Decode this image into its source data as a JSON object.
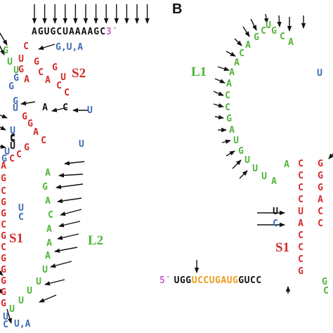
{
  "colors": {
    "black": "#111111",
    "red": "#d42a2a",
    "green": "#52b43a",
    "blue": "#3f6cb3",
    "orange": "#eb9b1b",
    "magenta": "#c763c9"
  },
  "panel_b_label": "B",
  "labels": {
    "S2": "S2",
    "S1_left": "S1",
    "L2": "L2",
    "L1": "L1",
    "S1_right": "S1"
  },
  "sequences": {
    "top_strand": {
      "text": "AGUGCUAAAAGC",
      "prime": "3′"
    },
    "five_prime_strand": {
      "prime": "5′",
      "prefix": "UGG",
      "middle": "UCCUGAUG",
      "suffix": "GUCC"
    }
  },
  "nucleotides": {
    "A_left": [
      {
        "t": "G",
        "c": "green"
      },
      {
        "t": "U",
        "c": "green"
      },
      {
        "t": "G",
        "c": "blue"
      },
      {
        "t": "U",
        "c": "green"
      },
      {
        "t": "G",
        "c": "blue"
      },
      {
        "t": "C",
        "c": "red"
      },
      {
        "t": "U",
        "c": "red"
      },
      {
        "t": "G",
        "c": "red"
      },
      {
        "t": "A",
        "c": "red"
      },
      {
        "t": "G",
        "c": "red"
      },
      {
        "t": "C",
        "c": "red"
      },
      {
        "t": "A",
        "c": "red"
      },
      {
        "t": "G",
        "c": "red"
      },
      {
        "t": "C",
        "c": "red"
      },
      {
        "t": "U",
        "c": "red"
      },
      {
        "t": "C",
        "c": "red"
      },
      {
        "t": "G",
        "c": "blue"
      },
      {
        "t": "U",
        "c": "blue"
      },
      {
        "t": "A",
        "c": "black"
      },
      {
        "t": "C",
        "c": "black"
      },
      {
        "t": "G",
        "c": "red"
      },
      {
        "t": "G",
        "c": "red"
      },
      {
        "t": "A",
        "c": "red"
      },
      {
        "t": "C",
        "c": "red"
      },
      {
        "t": "C",
        "c": "black"
      },
      {
        "t": "U",
        "c": "blue"
      },
      {
        "t": "G",
        "c": "red"
      },
      {
        "t": "C",
        "c": "red"
      },
      {
        "t": "C",
        "c": "red"
      },
      {
        "t": "G",
        "c": "blue"
      },
      {
        "t": "C",
        "c": "black"
      },
      {
        "t": "U",
        "c": "black"
      },
      {
        "t": "U",
        "c": "blue"
      },
      {
        "t": "A",
        "c": "red"
      },
      {
        "t": "A",
        "c": "green"
      },
      {
        "t": "G",
        "c": "green"
      },
      {
        "t": "A",
        "c": "green"
      },
      {
        "t": "C",
        "c": "green"
      },
      {
        "t": "A",
        "c": "green"
      },
      {
        "t": "A",
        "c": "green"
      },
      {
        "t": "A",
        "c": "green"
      },
      {
        "t": "U",
        "c": "green"
      },
      {
        "t": "U",
        "c": "green"
      },
      {
        "t": "U",
        "c": "green"
      },
      {
        "t": "U",
        "c": "green"
      },
      {
        "t": "U",
        "c": "green"
      },
      {
        "t": "U",
        "c": "blue"
      },
      {
        "t": "C",
        "c": "blue"
      },
      {
        "t": "G",
        "c": "red"
      },
      {
        "t": "C",
        "c": "red"
      },
      {
        "t": "G",
        "c": "red"
      },
      {
        "t": "G",
        "c": "red"
      },
      {
        "t": "C",
        "c": "red"
      },
      {
        "t": "G",
        "c": "red"
      },
      {
        "t": "C",
        "c": "red"
      },
      {
        "t": "G",
        "c": "red"
      },
      {
        "t": "G",
        "c": "red"
      },
      {
        "t": "G",
        "c": "red"
      },
      {
        "t": "G",
        "c": "red"
      },
      {
        "t": "G",
        "c": "red"
      },
      {
        "t": "G",
        "c": "red"
      }
    ],
    "B_loop": [
      {
        "t": "G",
        "c": "green"
      },
      {
        "t": "C",
        "c": "green"
      },
      {
        "t": "A",
        "c": "green"
      },
      {
        "t": "U",
        "c": "green"
      },
      {
        "t": "C",
        "c": "green"
      },
      {
        "t": "G",
        "c": "green"
      },
      {
        "t": "A",
        "c": "green"
      },
      {
        "t": "C",
        "c": "green"
      },
      {
        "t": "A",
        "c": "green"
      },
      {
        "t": "A",
        "c": "green"
      },
      {
        "t": "A",
        "c": "green"
      },
      {
        "t": "C",
        "c": "green"
      },
      {
        "t": "C",
        "c": "green"
      },
      {
        "t": "G",
        "c": "green"
      },
      {
        "t": "A",
        "c": "green"
      },
      {
        "t": "U",
        "c": "green"
      },
      {
        "t": "G",
        "c": "green"
      },
      {
        "t": "U",
        "c": "green"
      },
      {
        "t": "U",
        "c": "green"
      },
      {
        "t": "U",
        "c": "green"
      },
      {
        "t": "A",
        "c": "green"
      },
      {
        "t": "A",
        "c": "green"
      },
      {
        "t": "U",
        "c": "blue"
      }
    ],
    "B_stem": [
      {
        "t": "C",
        "c": "red"
      },
      {
        "t": "G",
        "c": "red"
      },
      {
        "t": "C",
        "c": "red"
      },
      {
        "t": "G",
        "c": "red"
      },
      {
        "t": "C",
        "c": "red"
      },
      {
        "t": "G",
        "c": "red"
      },
      {
        "t": "C",
        "c": "red"
      },
      {
        "t": "A",
        "c": "red"
      },
      {
        "t": "U",
        "c": "red"
      },
      {
        "t": "C",
        "c": "red"
      },
      {
        "t": "A",
        "c": "red"
      },
      {
        "t": "C",
        "c": "red"
      },
      {
        "t": "C",
        "c": "red"
      },
      {
        "t": "C",
        "c": "red"
      },
      {
        "t": "C",
        "c": "red"
      },
      {
        "t": "G",
        "c": "red"
      },
      {
        "t": "U",
        "c": "black"
      },
      {
        "t": "C",
        "c": "blue"
      },
      {
        "t": "G",
        "c": "green"
      },
      {
        "t": "C",
        "c": "green"
      }
    ]
  },
  "mutation_labels": [
    {
      "t": "G,U,A",
      "c": "blue"
    },
    {
      "t": "U",
      "c": "blue"
    },
    {
      "t": "U",
      "c": "blue"
    },
    {
      "t": "U",
      "c": "blue"
    },
    {
      "t": "C",
      "c": "blue"
    },
    {
      "t": "U,A",
      "c": "blue"
    }
  ]
}
